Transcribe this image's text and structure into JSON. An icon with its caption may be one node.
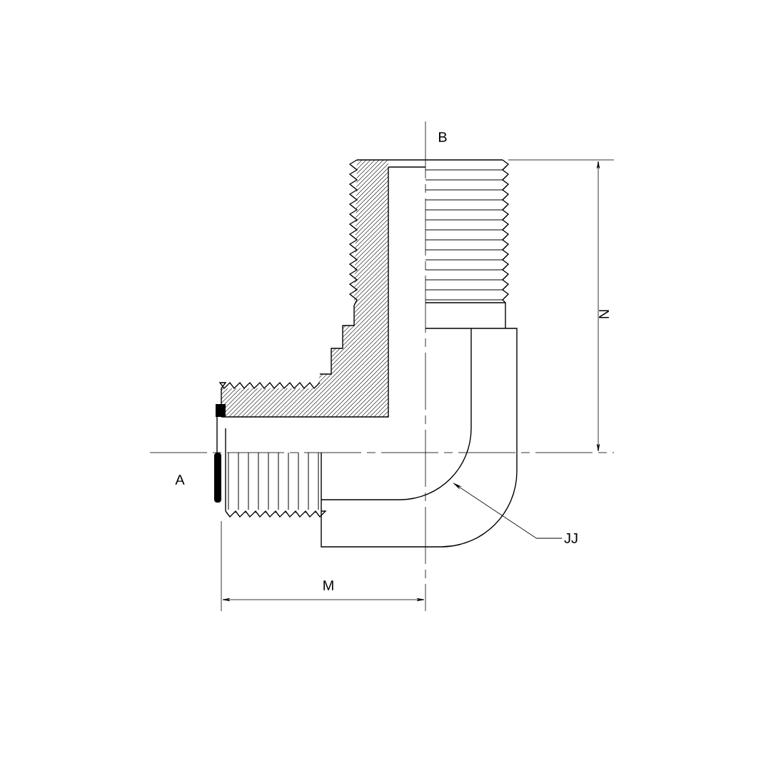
{
  "diagram": {
    "nodes": [
      {
        "text": [],
        "shape": "picture"
      },
      {
        "text": [
          "JJ"
        ]
      }
    ],
    "edges": [
      {
        "from": 1,
        "to": 0,
        "arrow": "to"
      }
    ],
    "labels": [
      "B",
      "N",
      "A",
      "M"
    ]
  }
}
